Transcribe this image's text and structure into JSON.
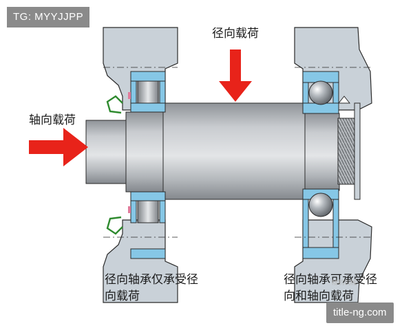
{
  "watermark_tag": "TG: MYYJJPP",
  "site_badge": "title-ng.com",
  "overlay_mark": "精机机械",
  "labels": {
    "radial_load": "径向载荷",
    "axial_load": "轴向载荷",
    "left_caption_line1": "径向轴承仅承受径",
    "left_caption_line2": "向载荷",
    "right_caption_line1": "径向轴承可承受径",
    "right_caption_line2": "向和轴向载荷"
  },
  "colors": {
    "arrow": "#e8231a",
    "housing": "#c9d1d8",
    "shaft": "#b9bdc1",
    "bearing_ring": "#86c7e6",
    "seal": "#2e8a2e",
    "outline": "#2a2a2a"
  }
}
